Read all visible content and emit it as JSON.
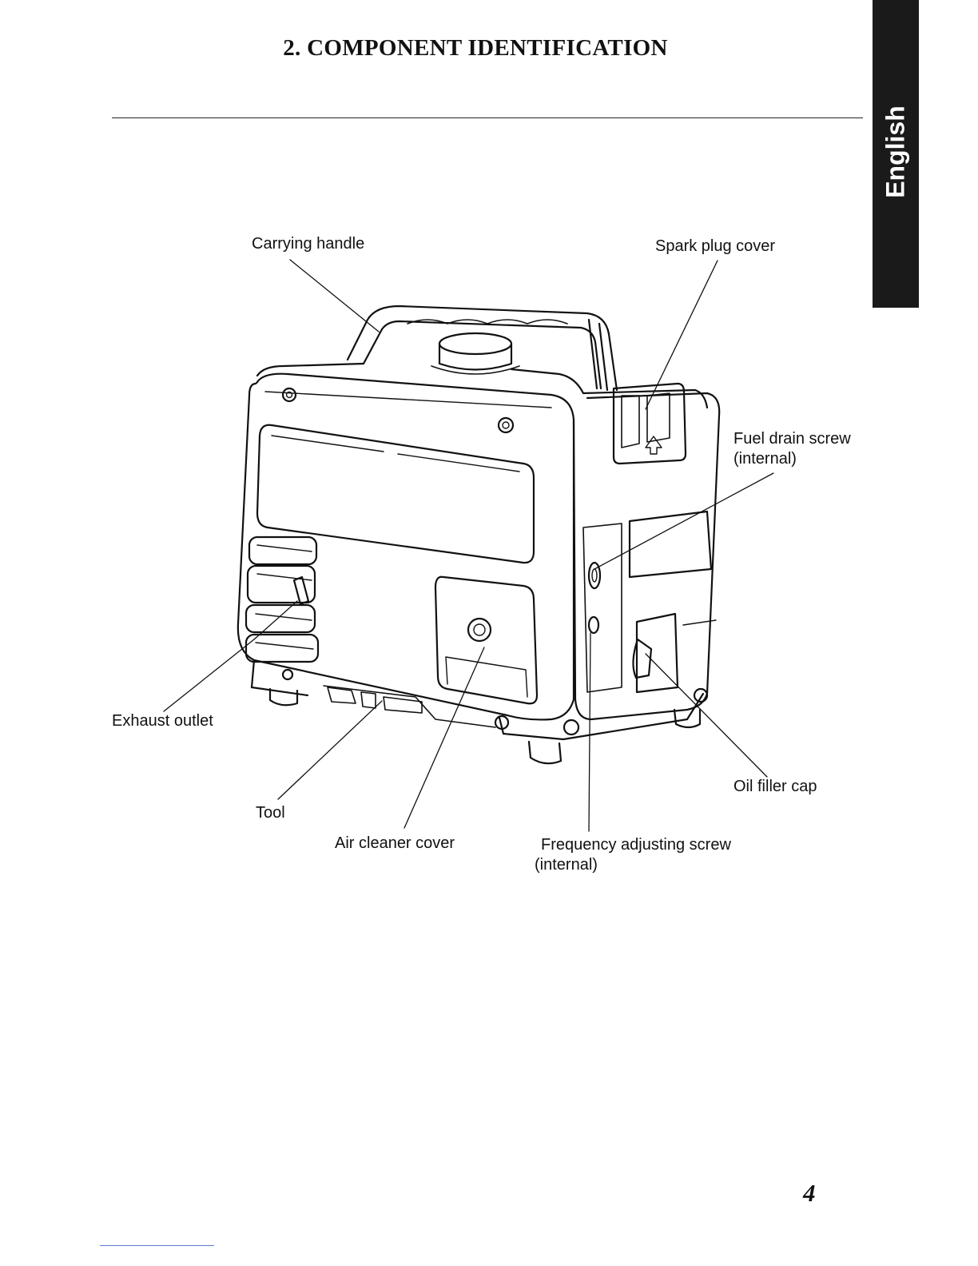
{
  "page": {
    "title": "2. COMPONENT IDENTIFICATION",
    "language_tab": "English",
    "page_number": "4"
  },
  "labels": {
    "carrying_handle": "Carrying handle",
    "spark_plug_cover": "Spark plug cover",
    "fuel_drain_screw": "Fuel drain screw",
    "fuel_drain_screw_note": "(internal)",
    "exhaust_outlet": "Exhaust outlet",
    "oil_filler_cap": "Oil filler cap",
    "tool": "Tool",
    "air_cleaner_cover": "Air cleaner cover",
    "frequency_adjusting_screw": "Frequency adjusting screw",
    "frequency_adjusting_screw_note": "(internal)"
  }
}
